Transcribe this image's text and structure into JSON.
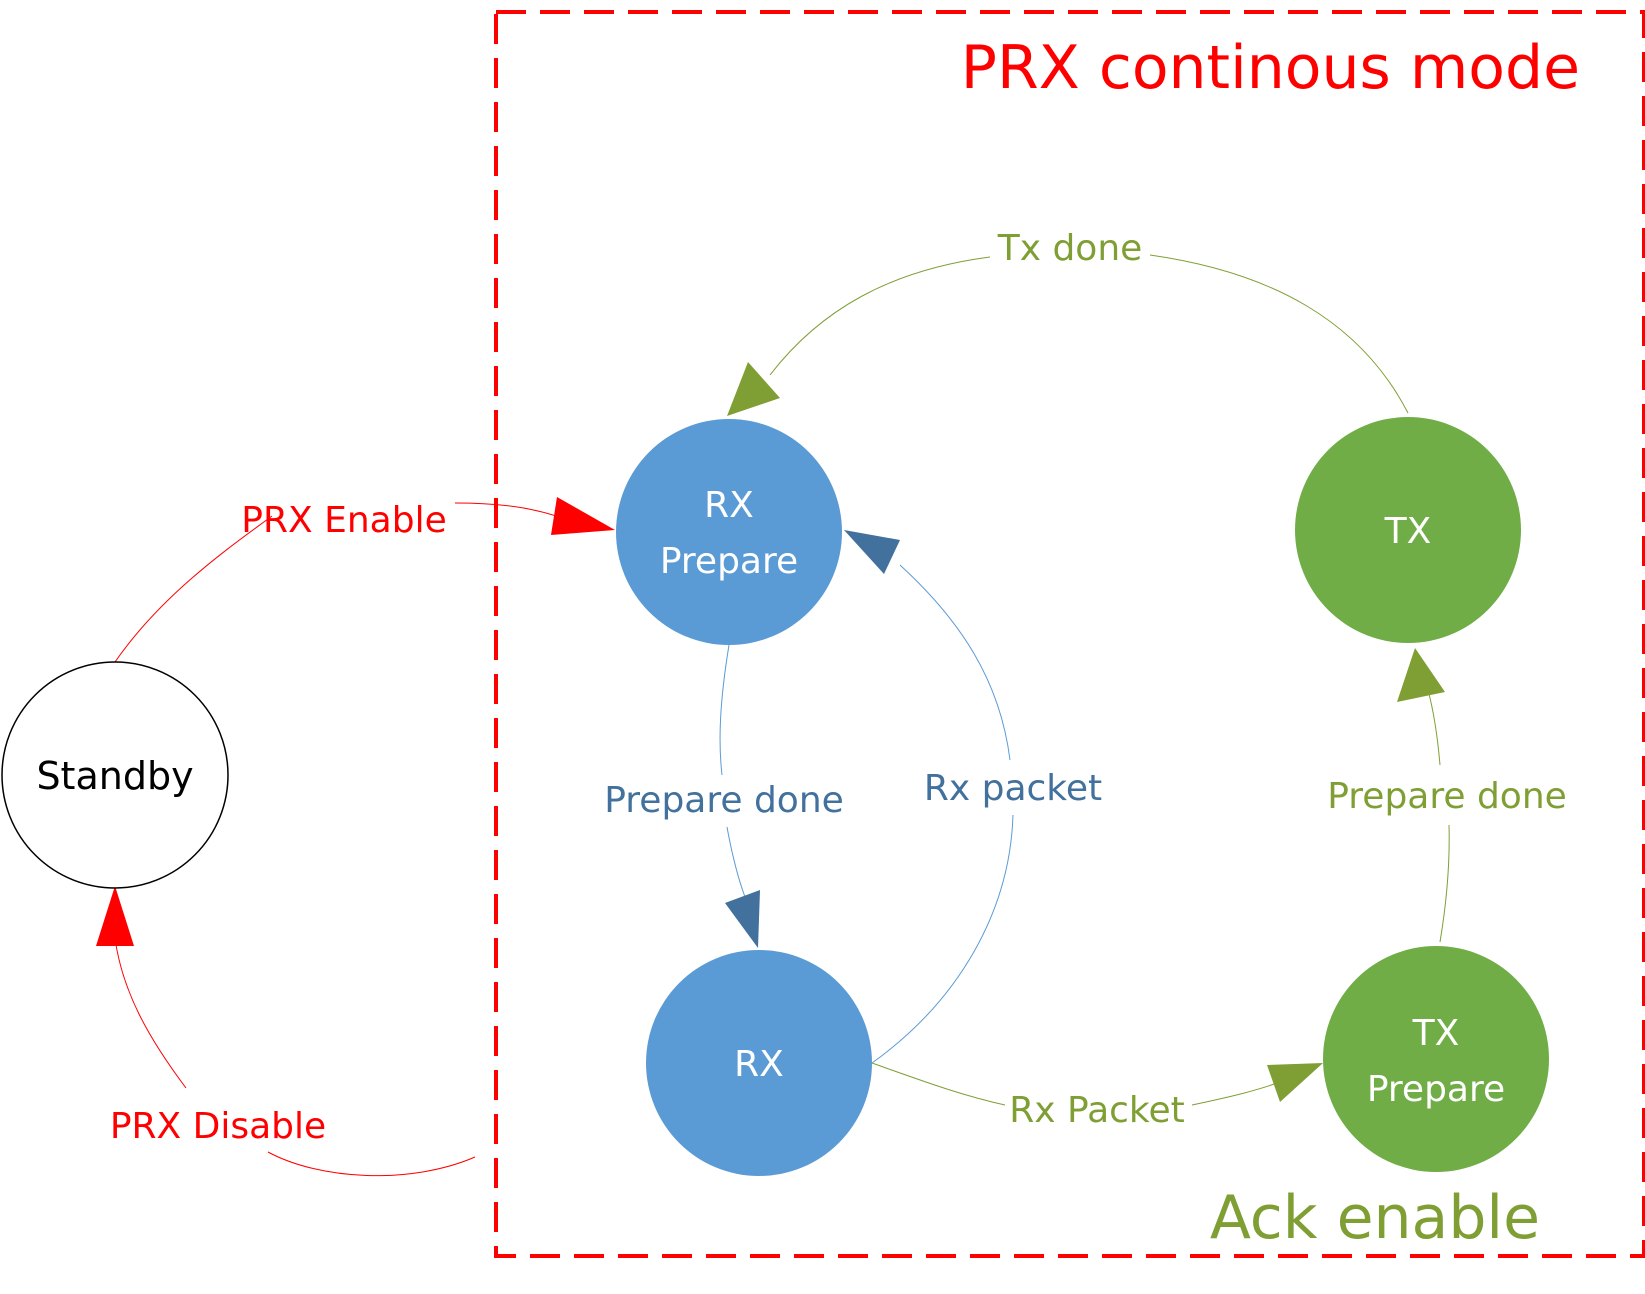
{
  "colors": {
    "red": "#ff0000",
    "blue_node": "#5b9bd5",
    "blue_text": "#41719c",
    "blue_line": "#5b9bd5",
    "green_node": "#70ad47",
    "green_text": "#7f9f35",
    "green_line": "#7f9f35",
    "black": "#000000",
    "white": "#ffffff"
  },
  "regions": {
    "continuous_mode": "PRX continous mode",
    "ack_enable": "Ack enable"
  },
  "nodes": {
    "standby": "Standby",
    "rx_prepare_line1": "RX",
    "rx_prepare_line2": "Prepare",
    "rx": "RX",
    "tx": "TX",
    "tx_prepare_line1": "TX",
    "tx_prepare_line2": "Prepare"
  },
  "transitions": {
    "prx_enable": "PRX Enable",
    "prx_disable": "PRX Disable",
    "prepare_done_rx": "Prepare done",
    "rx_packet_back": "Rx packet",
    "rx_packet_tx": "Rx Packet",
    "prepare_done_tx": "Prepare done",
    "tx_done": "Tx done"
  }
}
